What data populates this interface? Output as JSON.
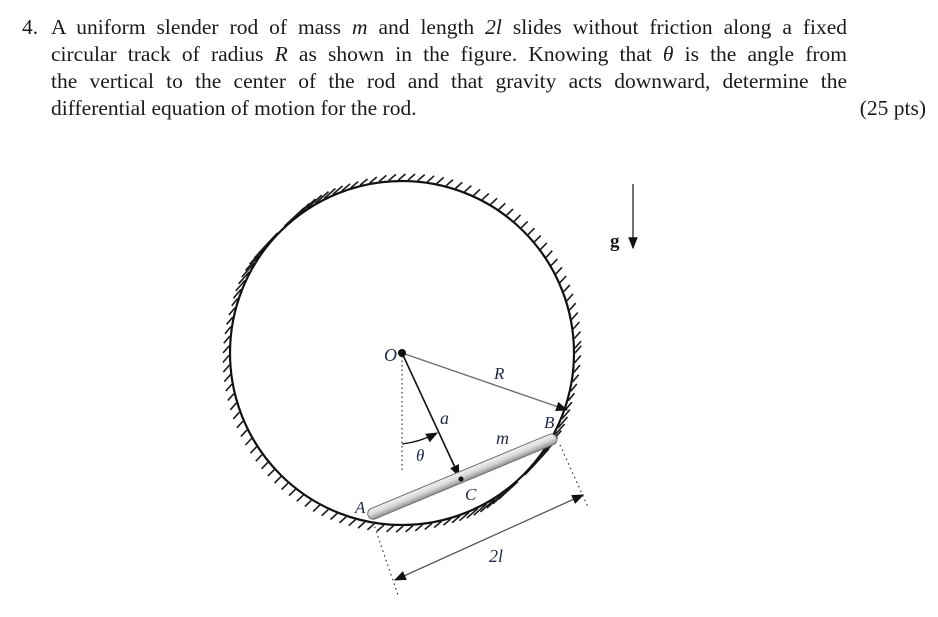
{
  "problem": {
    "number": "4.",
    "lines": [
      {
        "before": "A uniform slender rod of mass ",
        "var1": "m",
        "mid": " and length ",
        "var2": "2l",
        "after": " slides without friction along a fixed"
      },
      {
        "before": "circular track of radius ",
        "var1": "R",
        "after": " as shown in the figure. Knowing that ",
        "var2": "θ",
        "after2": " is the angle from"
      },
      {
        "text": "the vertical to the center of the rod and that gravity acts downward, determine the"
      },
      {
        "text": "differential equation of motion for the rod."
      }
    ],
    "points": "(25 pts)"
  },
  "figure": {
    "labels": {
      "center": "O",
      "radius": "R",
      "distance": "a",
      "angle": "θ",
      "mass": "m",
      "rod_center": "C",
      "end_a": "A",
      "end_b": "B",
      "length": "2l",
      "gravity": "g"
    },
    "colors": {
      "track": "#1a1a1a",
      "hatch": "#1a1a1a",
      "rod_light": "#f0f0f0",
      "rod_dark": "#9a9a9a",
      "label": "#1f2a44",
      "radius_line": "#777777"
    }
  }
}
